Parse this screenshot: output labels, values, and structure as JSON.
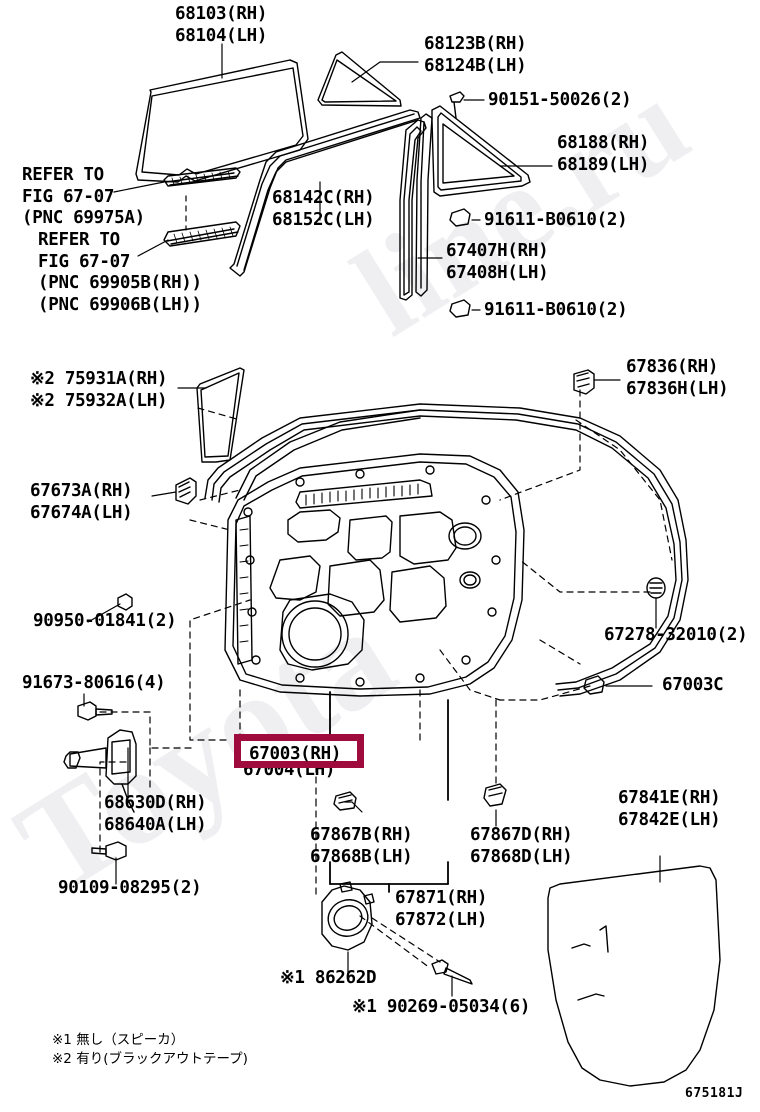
{
  "figure": {
    "code": "675181J",
    "watermark_left": "Toyota",
    "watermark_right": "line.ru"
  },
  "highlight": {
    "color": "#9e0b3c",
    "part": "67003(RH)"
  },
  "labels": [
    {
      "id": "door-glass",
      "text": "68103(RH)\n68104(LH)"
    },
    {
      "id": "quarter-glass",
      "text": "68123B(RH)\n68124B(LH)"
    },
    {
      "id": "screw-90151",
      "text": "90151-50026(2)"
    },
    {
      "id": "quarter-window-weatherstrip",
      "text": "68188(RH)\n68189(LH)"
    },
    {
      "id": "clip-91611-upper",
      "text": "91611-B0610(2)"
    },
    {
      "id": "garnish-67407h",
      "text": "67407H(RH)\n67408H(LH)"
    },
    {
      "id": "clip-91611-lower",
      "text": "91611-B0610(2)"
    },
    {
      "id": "refer-fig-6707-a",
      "text": "REFER TO\nFIG 67-07\n(PNC 69975A)"
    },
    {
      "id": "refer-fig-6707-b",
      "text": "REFER TO\nFIG 67-07\n(PNC 69905B(RH))\n(PNC 69906B(LH))"
    },
    {
      "id": "run-channel",
      "text": "68142C(RH)\n68152C(LH)"
    },
    {
      "id": "blackout-tape",
      "text": "※2 75931A(RH)\n※2 75932A(LH)"
    },
    {
      "id": "retainer-67673a",
      "text": "67673A(RH)\n67674A(LH)"
    },
    {
      "id": "clip-90950",
      "text": "90950-01841(2)"
    },
    {
      "id": "bolt-91673",
      "text": "91673-80616(4)"
    },
    {
      "id": "door-check",
      "text": "68630D(RH)\n68640A(LH)"
    },
    {
      "id": "bolt-90109",
      "text": "90109-08295(2)"
    },
    {
      "id": "clip-67836",
      "text": "67836(RH)\n67836H(LH)"
    },
    {
      "id": "clip-67278",
      "text": "67278-32010(2)"
    },
    {
      "id": "clip-67003c",
      "text": "67003C"
    },
    {
      "id": "clip-67867b",
      "text": "67867B(RH)\n67868B(LH)"
    },
    {
      "id": "clip-67867d",
      "text": "67867D(RH)\n67868D(LH)"
    },
    {
      "id": "service-hole-cover",
      "text": "67871(RH)\n67872(LH)"
    },
    {
      "id": "speaker-seal-86262d",
      "text": "※1 86262D"
    },
    {
      "id": "screw-90269",
      "text": "※1 90269-05034(6)"
    },
    {
      "id": "door-trim-67841e",
      "text": "67841E(RH)\n67842E(LH)"
    },
    {
      "id": "part-67004",
      "text": "67004(LH)"
    }
  ],
  "footnotes": [
    "※1 無し（スピーカ）",
    "※2 有り(ブラックアウトテープ)"
  ]
}
